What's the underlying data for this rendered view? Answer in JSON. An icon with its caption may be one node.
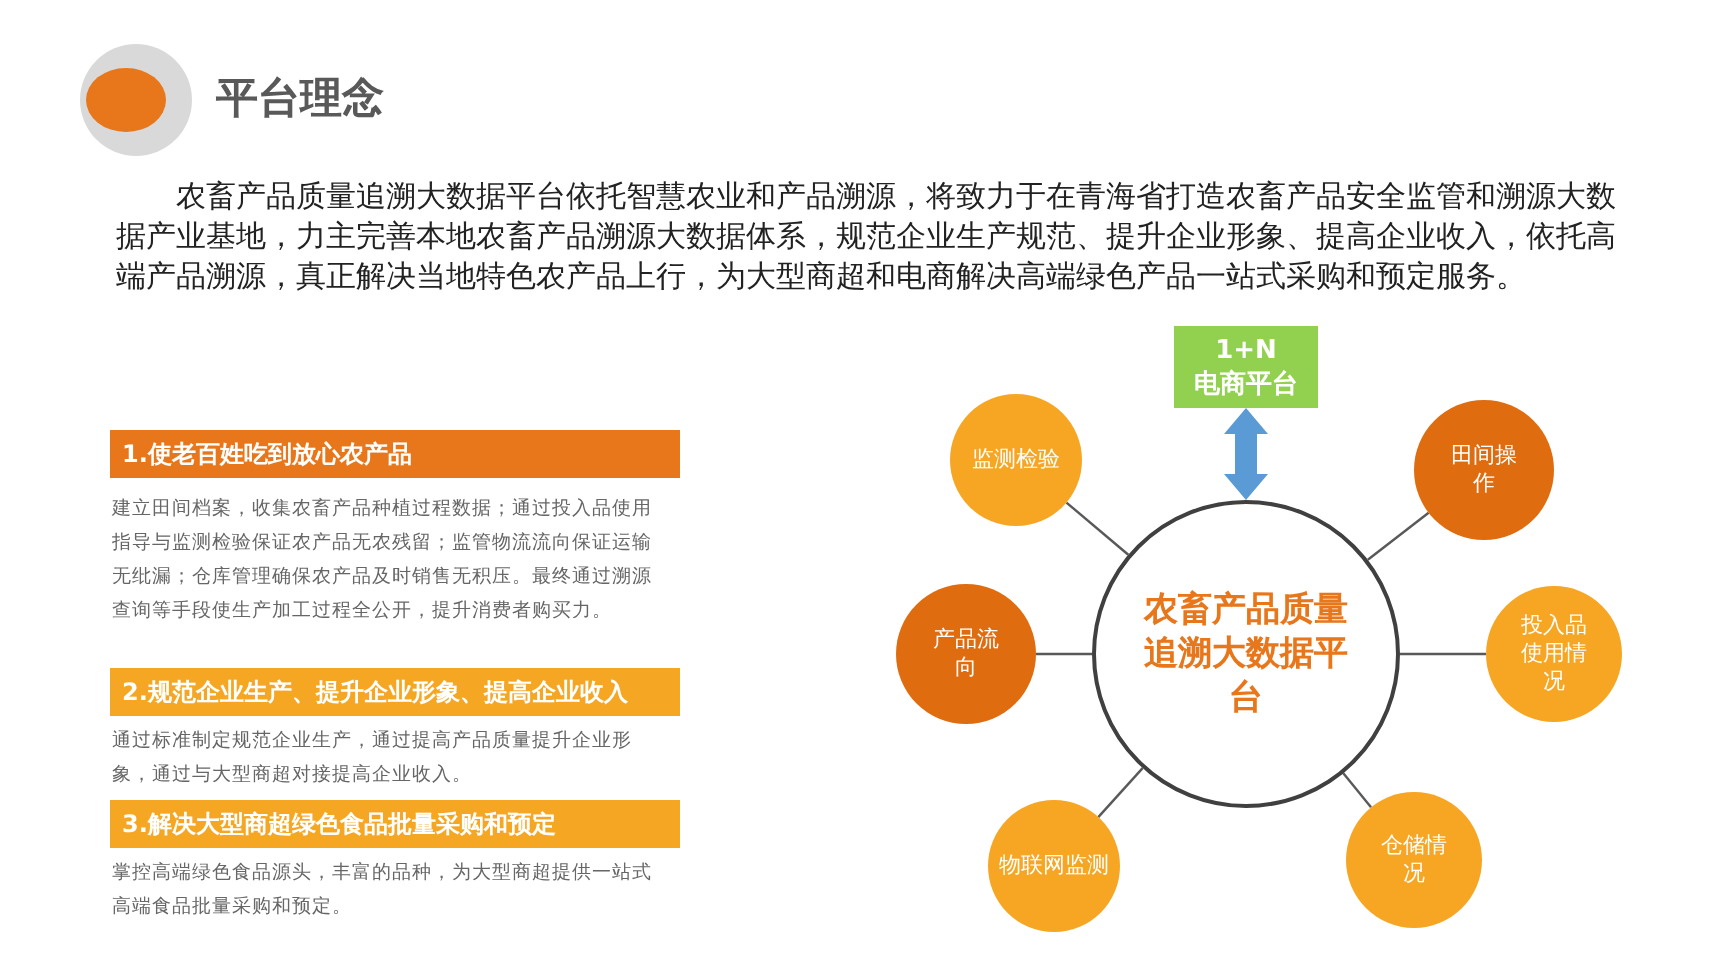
{
  "diagram": {
    "title": "平台理念",
    "nodes": [
      {
        "text": [
          "1.使老百姓吃到放心农产品"
        ],
        "beside": [
          "建立田间档案，收集农畜产品种植过程数据；通过投入品使用指导与监测检验保证农产品无农残留；监管物流流向保证运输无纰漏；仓库管理确保农产品及时销售无积压。最终通过溯源查询等手段使生产加工过程全公开，提升消费者购买力。"
        ]
      },
      {
        "text": [
          "2.规范企业生产、提升企业形象、提高企业收入"
        ],
        "beside": [
          "通过标准制定规范企业生产，通过提高产品质量提升企业形象，通过与大型商超对接提高企业收入。"
        ]
      },
      {
        "text": [
          "3.解决大型商超绿色食品批量采购和预定"
        ],
        "beside": [
          "掌控高端绿色食品源头，丰富的品种，为大型商超提供一站式高端食品批量采购和预定。"
        ]
      },
      {
        "text": [
          "1+N",
          "电商平台"
        ]
      },
      {
        "text": [
          "农畜产品质量追溯大数据平台"
        ]
      },
      {
        "text": [
          "监测检验"
        ]
      },
      {
        "text": [
          "田间操作"
        ]
      },
      {
        "text": [
          "产品流向"
        ]
      },
      {
        "text": [
          "投入品使用情况"
        ]
      },
      {
        "text": [
          "物联网监测"
        ]
      },
      {
        "text": [
          "仓储情况"
        ]
      }
    ],
    "edges": [
      {
        "from": 3,
        "to": 4,
        "arrow": "both",
        "style": "thick",
        "color": "#5b9bd5"
      },
      {
        "from": 4,
        "to": 5,
        "arrow": "none"
      },
      {
        "from": 4,
        "to": 6,
        "arrow": "none"
      },
      {
        "from": 4,
        "to": 7,
        "arrow": "none"
      },
      {
        "from": 4,
        "to": 8,
        "arrow": "none"
      },
      {
        "from": 4,
        "to": 9,
        "arrow": "none"
      },
      {
        "from": 4,
        "to": 10,
        "arrow": "none"
      }
    ],
    "labels": [
      "农畜产品质量追溯大数据平台依托智慧农业和产品溯源，将致力于在青海省打造农畜产品安全监管和溯源大数据产业基地，力主完善本地农畜产品溯源大数据体系，规范企业生产规范、提升企业形象、提高企业收入，依托高端产品溯源，真正解决当地特色农产品上行，为大型商超和电商解决高端绿色产品一站式采购和预定服务。"
    ]
  }
}
